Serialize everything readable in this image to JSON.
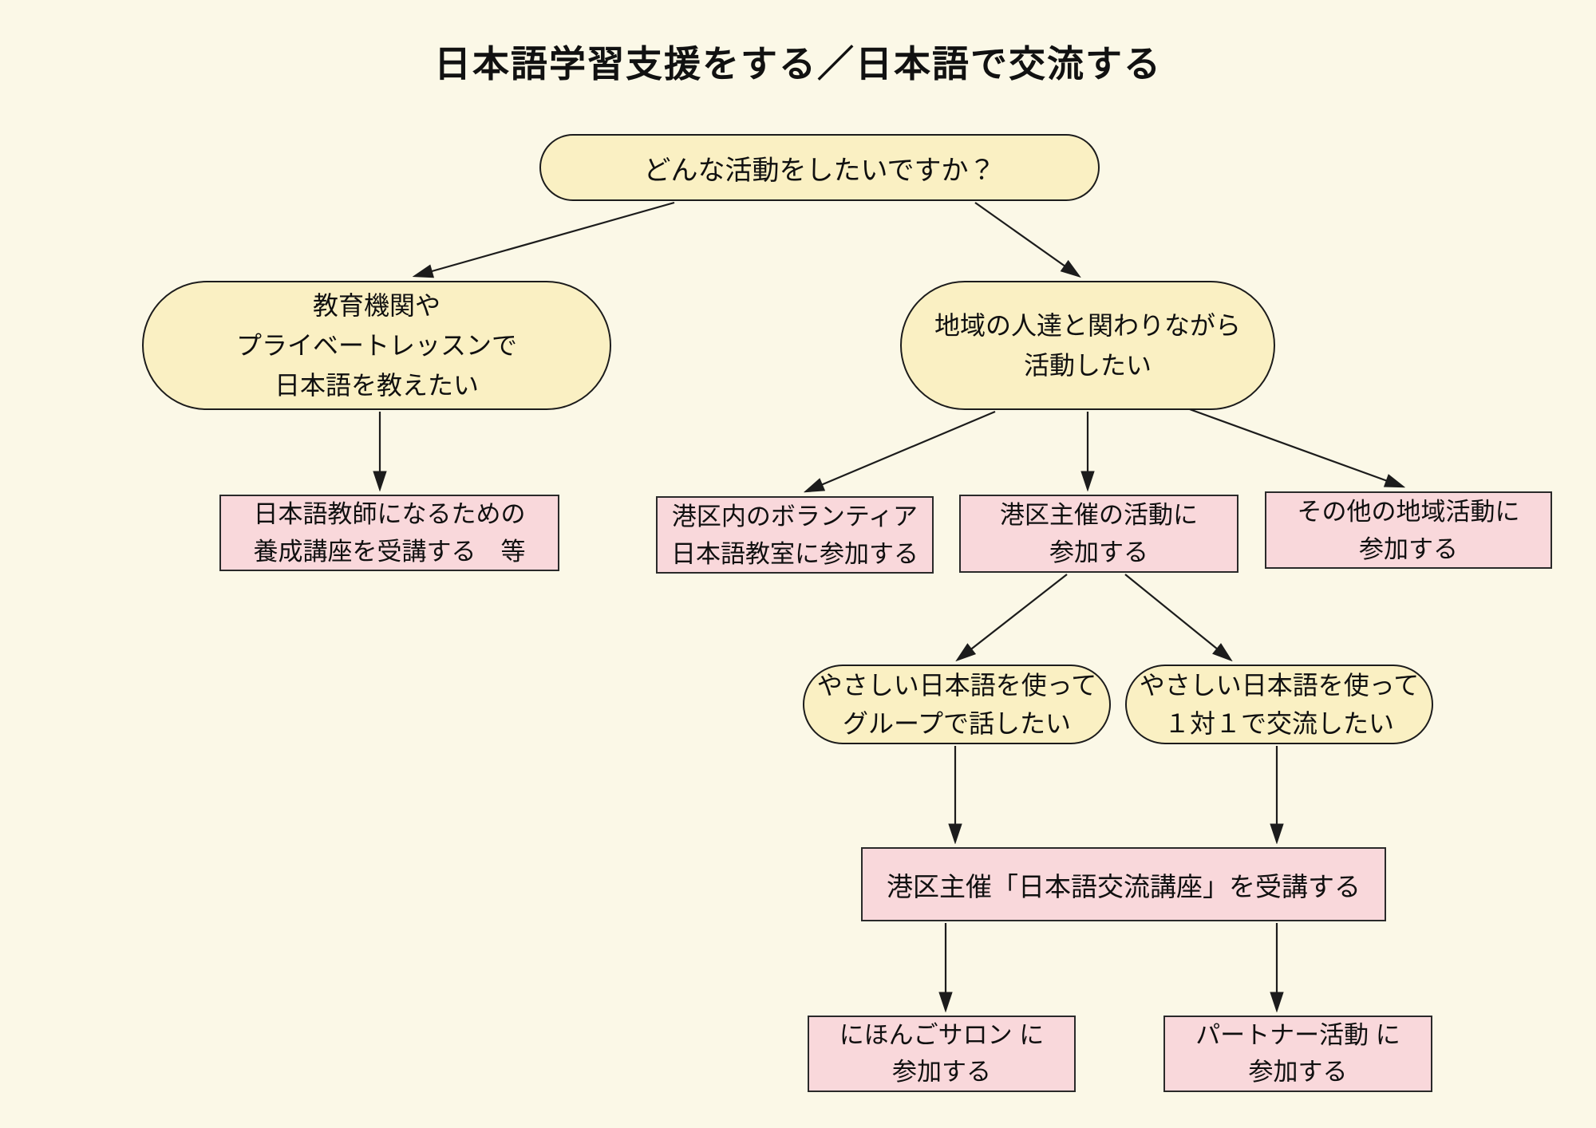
{
  "title": "日本語学習支援をする／日本語で交流する",
  "colors": {
    "background": "#FBF8E7",
    "pill_fill": "#FAF0C3",
    "box_fill": "#F9D8DB",
    "line": "#1c1c1c",
    "text": "#101010"
  },
  "nodes": {
    "question": {
      "shape": "pill",
      "lines": [
        "どんな活動をしたいですか？"
      ]
    },
    "teach": {
      "shape": "pill",
      "lines": [
        "教育機関や",
        "プライベートレッスンで",
        "日本語を教えたい"
      ]
    },
    "community": {
      "shape": "pill",
      "lines": [
        "地域の人達と関わりながら",
        "活動したい"
      ]
    },
    "teacher_course": {
      "shape": "rect",
      "lines": [
        "日本語教師になるための",
        "養成講座を受講する　等"
      ]
    },
    "volunteer": {
      "shape": "rect",
      "lines": [
        "港区内のボランティア",
        "日本語教室に参加する"
      ]
    },
    "minato": {
      "shape": "rect",
      "lines": [
        "港区主催の活動に",
        "参加する"
      ]
    },
    "other": {
      "shape": "rect",
      "lines": [
        "その他の地域活動に",
        "参加する"
      ]
    },
    "group": {
      "shape": "pill",
      "lines": [
        "やさしい日本語を使って",
        "グループで話したい"
      ]
    },
    "one_on_one": {
      "shape": "pill",
      "lines": [
        "やさしい日本語を使って",
        "１対１で交流したい"
      ]
    },
    "course": {
      "shape": "rect",
      "lines": [
        "港区主催「日本語交流講座」を受講する"
      ]
    },
    "salon": {
      "shape": "rect",
      "lines": [
        "にほんごサロン に",
        "参加する"
      ]
    },
    "partner": {
      "shape": "rect",
      "lines": [
        "パートナー活動 に",
        "参加する"
      ]
    }
  }
}
